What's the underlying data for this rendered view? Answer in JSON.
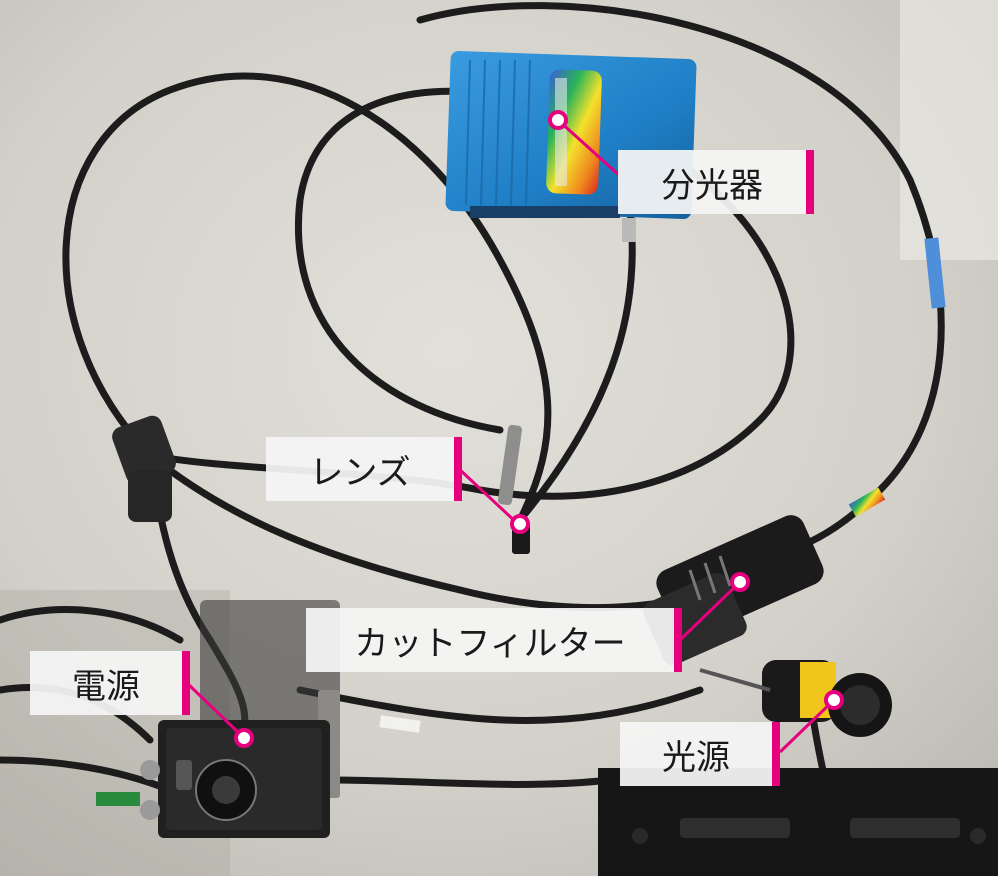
{
  "labels": {
    "spectrometer": "分光器",
    "lens": "レンズ",
    "cut_filter": "カットフィルター",
    "power_supply": "電源",
    "light_source": "光源"
  },
  "colors": {
    "accent": "#e6007e",
    "device_blue": "#1f7fc6",
    "table": "#d2cfc8",
    "cable": "#1c1c1c"
  }
}
